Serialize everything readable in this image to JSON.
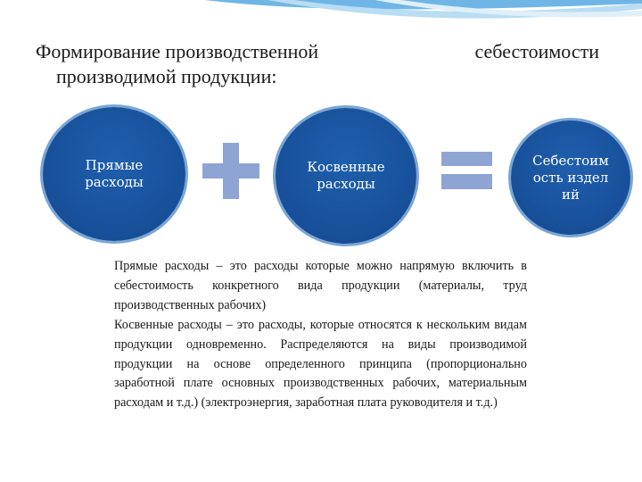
{
  "title": {
    "line1_part1": "Формирование производственной",
    "line1_part2": "себестоимости",
    "line2": "производимой продукции:"
  },
  "diagram": {
    "direct_costs": "Прямые расходы",
    "indirect_costs": "Косвенные расходы",
    "product_cost": "Себестоимость изделий",
    "plus_operator": "plus",
    "equals_operator": "equals",
    "colors": {
      "circle_fill": "#174f98",
      "circle_ring": "#7aa6d6",
      "operator": "#8ea5d4"
    }
  },
  "description": {
    "direct": "Прямые расходы – это расходы которые можно напрямую включить в себестоимость конкретного вида продукции (материалы, труд производственных рабочих)",
    "indirect": "Косвенные расходы – это расходы, которые относятся к нескольким видам продукции одновременно. Распределяются на виды производимой продукции на основе определенного принципа (пропорционально заработной плате основных производственных рабочих, материальным расходам и т.д.) (электроэнергия, заработная плата руководителя и т.д.)"
  }
}
